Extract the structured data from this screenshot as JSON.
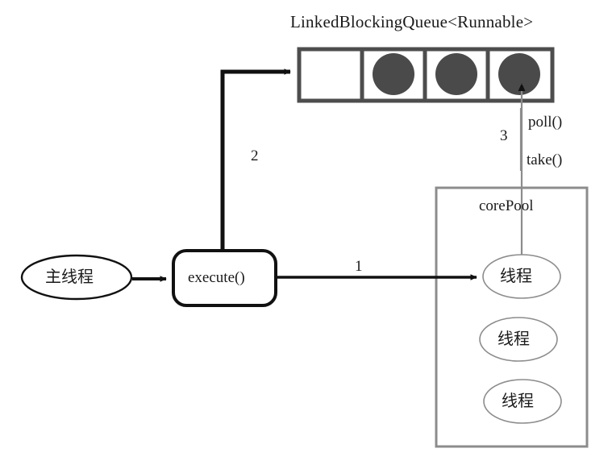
{
  "diagram": {
    "title": "LinkedBlockingQueue<Runnable>",
    "queue": {
      "name": "LinkedBlockingQueue<Runnable>",
      "cell_count": 4,
      "cells": [
        {
          "index": 0,
          "filled": false,
          "content": ""
        },
        {
          "index": 1,
          "filled": true,
          "content": "task"
        },
        {
          "index": 2,
          "filled": true,
          "content": "task"
        },
        {
          "index": 3,
          "filled": true,
          "content": "task"
        }
      ],
      "task_color": "#4a4a4a",
      "border_color": "#4d4d4d"
    },
    "main_thread": {
      "label": "主线程"
    },
    "execute_box": {
      "label": "execute()"
    },
    "core_pool": {
      "label": "corePool",
      "threads": [
        {
          "label": "线程"
        },
        {
          "label": "线程"
        },
        {
          "label": "线程"
        }
      ],
      "border_color": "#8c8c8c"
    },
    "edges": [
      {
        "id": "e1",
        "label": "1",
        "from": "execute()",
        "to": "线程"
      },
      {
        "id": "e2",
        "label": "2",
        "from": "execute()",
        "to": "LinkedBlockingQueue<Runnable>"
      },
      {
        "id": "e3",
        "label": "3",
        "from": "LinkedBlockingQueue<Runnable>",
        "to": "线程"
      }
    ],
    "annotations": [
      {
        "id": "a1",
        "label": "poll()"
      },
      {
        "id": "a2",
        "label": "take()"
      }
    ]
  }
}
